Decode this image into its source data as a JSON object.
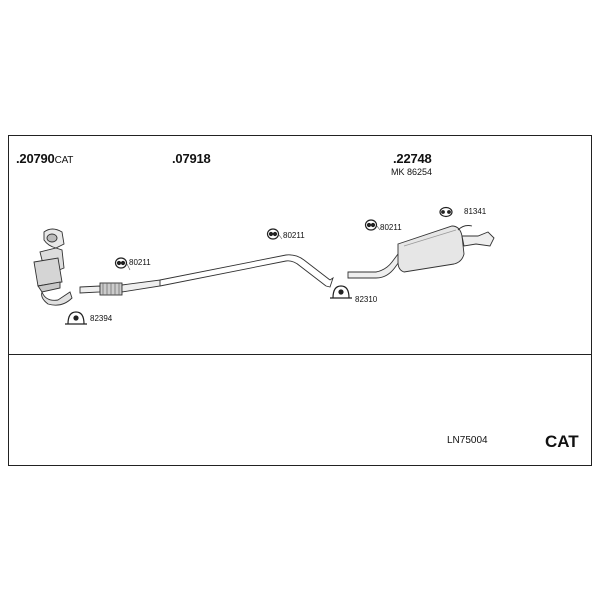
{
  "parts": {
    "p20790": {
      "number": ".20790",
      "suffix": "CAT"
    },
    "p07918": {
      "number": ".07918"
    },
    "p22748": {
      "number": ".22748",
      "sub": "MK 86254"
    }
  },
  "hardware": {
    "h80211_a": "80211",
    "h80211_b": "80211",
    "h80211_c": "80211",
    "h81341": "81341",
    "h82310": "82310",
    "h82394": "82394"
  },
  "footer": {
    "code": "LN75004",
    "type": "CAT"
  }
}
